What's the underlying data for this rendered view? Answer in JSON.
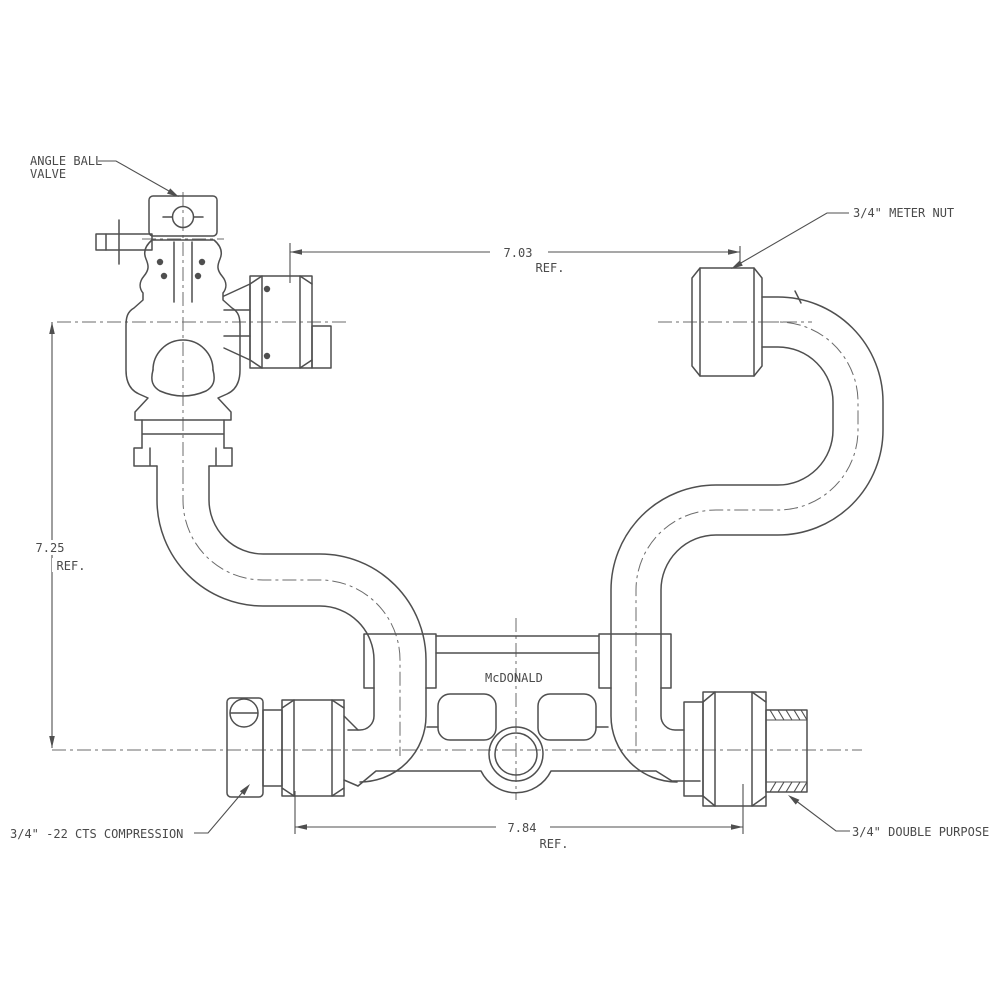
{
  "page": {
    "background": "#ffffff"
  },
  "drawing": {
    "line_color": "#4f4f4f",
    "text_color": "#4a4a4a",
    "brand_label": "McDONALD",
    "callouts": {
      "angle_ball_valve_line1": "ANGLE BALL",
      "angle_ball_valve_line2": "VALVE",
      "meter_nut": "3/4\" METER NUT",
      "cts_compression": "3/4\" -22 CTS COMPRESSION",
      "double_purpose": "3/4\" DOUBLE PURPOSE"
    },
    "dimensions": {
      "top_width": {
        "value": "7.03",
        "suffix": "REF."
      },
      "left_height": {
        "value": "7.25",
        "suffix": "REF."
      },
      "bottom_width": {
        "value": "7.84",
        "suffix": "REF."
      }
    }
  }
}
